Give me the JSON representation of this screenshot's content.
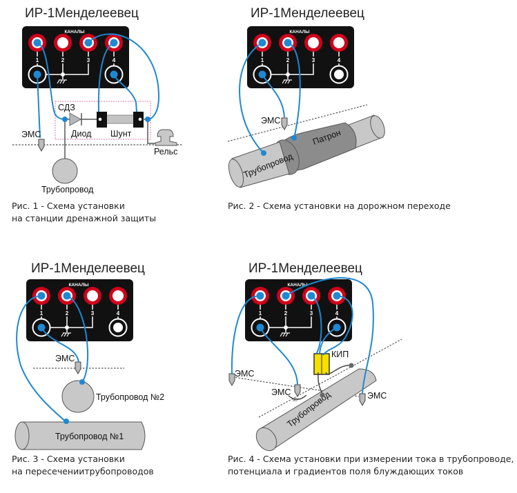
{
  "colors": {
    "wire": "#1e88d2",
    "socket_red": "#d0021b",
    "panel": "#111111",
    "pipe": "#c8c8c8",
    "casing": "#8c8c8c",
    "kip": "#f5e000",
    "boundary": "#e070b0"
  },
  "device": {
    "panel_label": "КАНАЛЫ",
    "channels": [
      "1",
      "2",
      "3",
      "4"
    ],
    "ground_icon": "ground-icon"
  },
  "figures": [
    {
      "id": "fig1",
      "title": "ИР-1Менделеевец",
      "caption_line1": "Рис. 1 - Схема установки",
      "caption_line2": "на станции дренажной защиты",
      "labels": {
        "sdz": "СДЗ",
        "diode": "Диод",
        "shunt": "Шунт",
        "ems": "ЭМС",
        "rail": "Рельс",
        "pipeline": "Трубопровод"
      }
    },
    {
      "id": "fig2",
      "title": "ИР-1Менделеевец",
      "caption_line1": "Рис. 2 - Схема установки на дорожном переходе",
      "labels": {
        "ems": "ЭМС",
        "casing": "Патрон",
        "pipeline": "Трубопровод"
      }
    },
    {
      "id": "fig3",
      "title": "ИР-1Менделеевец",
      "caption_line1": "Рис. 3 - Схема установки",
      "caption_line2": "на пересечениитрубопроводов",
      "labels": {
        "ems": "ЭМС",
        "pipeline2": "Трубопровод №2",
        "pipeline1": "Трубопровод №1"
      }
    },
    {
      "id": "fig4",
      "title": "ИР-1Менделеевец",
      "caption_line1": "Рис. 4 - Схема установки при измерении тока в трубопроводе,",
      "caption_line2": "потенциала и градиентов поля блуждающих токов",
      "labels": {
        "kip": "КИП",
        "ems_left": "ЭМС",
        "ems_center": "ЭМС",
        "ems_right": "ЭМС",
        "angle": "90°",
        "pipeline": "Трубопровод"
      }
    }
  ]
}
